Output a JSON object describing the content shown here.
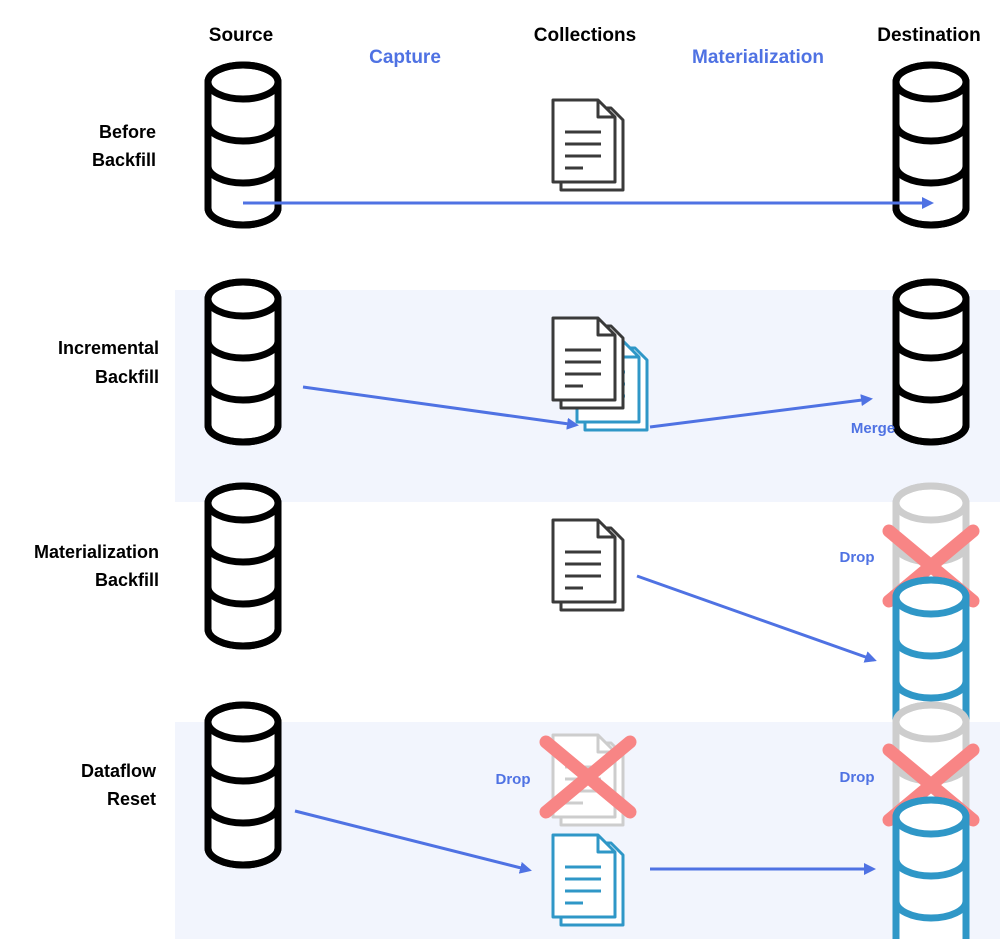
{
  "columns": {
    "source": "Source",
    "collections": "Collections",
    "destination": "Destination"
  },
  "stages": {
    "capture": "Capture",
    "materialization": "Materialization"
  },
  "rows": [
    {
      "line1": "Before",
      "line2": "Backfill"
    },
    {
      "line1": "Incremental",
      "line2": "Backfill"
    },
    {
      "line1": "Materialization",
      "line2": "Backfill"
    },
    {
      "line1": "Dataflow",
      "line2": "Reset"
    }
  ],
  "labels": {
    "merge": "Merge",
    "drop_mat_dest": "Drop",
    "drop_reset_coll": "Drop",
    "drop_reset_dest": "Drop"
  },
  "colors": {
    "arrow": "#4f72e3",
    "band": "#f2f5fd",
    "new": "#2f97c7",
    "faded": "#cdcdcd",
    "cross": "#f88585",
    "ink": "#000000",
    "doc": "#3a3a3a"
  }
}
